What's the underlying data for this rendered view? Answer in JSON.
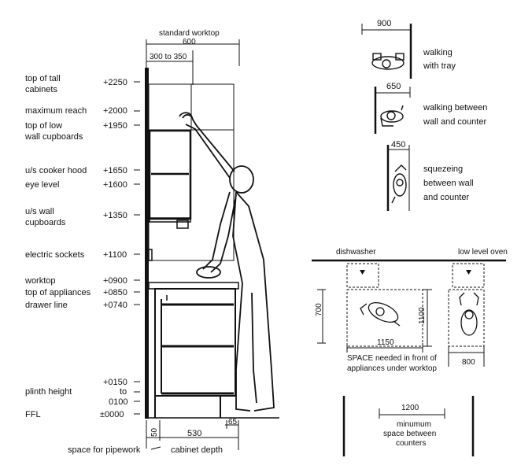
{
  "heights": {
    "labels": [
      {
        "id": "tall",
        "label": [
          "top of tall",
          "cabinets"
        ],
        "value": "+2250"
      },
      {
        "id": "reach",
        "label": [
          "maximum reach"
        ],
        "value": "+2000"
      },
      {
        "id": "lowwall",
        "label": [
          "top of low",
          "wall cupboards"
        ],
        "value": "+1950"
      },
      {
        "id": "hood",
        "label": [
          "u/s cooker hood"
        ],
        "value": "+1650"
      },
      {
        "id": "eye",
        "label": [
          "eye level"
        ],
        "value": "+1600"
      },
      {
        "id": "uswall",
        "label": [
          "u/s wall",
          "cupboards"
        ],
        "value": "+1350"
      },
      {
        "id": "sockets",
        "label": [
          "electric sockets"
        ],
        "value": "+1100"
      },
      {
        "id": "worktop",
        "label": [
          "worktop"
        ],
        "value": "+0900"
      },
      {
        "id": "appl",
        "label": [
          "top of appliances"
        ],
        "value": "+0850"
      },
      {
        "id": "drawer",
        "label": [
          "drawer line"
        ],
        "value": "+0740"
      },
      {
        "id": "ffl",
        "label": [
          "FFL"
        ],
        "value": "±0000"
      }
    ],
    "plinth": {
      "label": "plinth height",
      "values": [
        "+0150",
        "to",
        "0100"
      ]
    }
  },
  "worktop_dims": {
    "title": "standard worktop",
    "width": "600",
    "reach": "300 to 350"
  },
  "base_dims": {
    "pipe": "50",
    "depth": "530",
    "toe": "65",
    "pipe_label": "space for pipework",
    "depth_label": "cabinet depth"
  },
  "walking": [
    {
      "id": "tray",
      "width": "900",
      "label": [
        "walking",
        "with tray"
      ]
    },
    {
      "id": "wall",
      "width": "650",
      "label": [
        "walking between",
        "wall and counter"
      ]
    },
    {
      "id": "squeeze",
      "width": "450",
      "label": [
        "squezeing",
        "between wall",
        "and counter"
      ]
    }
  ],
  "appliances": {
    "dishwasher": "dishwasher",
    "oven": "low level oven",
    "d700": "700",
    "d1100": "1100",
    "d1150": "1150",
    "d800": "800",
    "caption": [
      "SPACE needed in front of",
      "appliances under worktop"
    ]
  },
  "counters": {
    "width": "1200",
    "caption": [
      "minumum",
      "space between",
      "counters"
    ]
  }
}
